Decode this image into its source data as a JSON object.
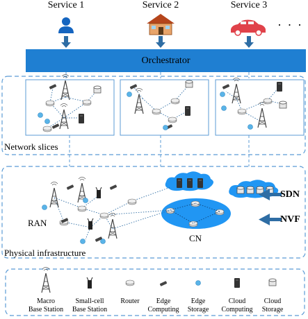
{
  "services": [
    {
      "label": "Service 1",
      "icon": "person-icon"
    },
    {
      "label": "Service 2",
      "icon": "house-icon"
    },
    {
      "label": "Service 3",
      "icon": "car-icon"
    }
  ],
  "more": "· · ·",
  "orchestrator": "Orchestrator",
  "network_slices_label": "Network slices",
  "physical_label": "Physical infrastructure",
  "ran_label": "RAN",
  "cn_label": "CN",
  "sdn_label": "SDN",
  "nvf_label": "NVF",
  "legend": [
    {
      "line1": "Macro",
      "line2": "Base Station",
      "icon": "macro-base-station-icon"
    },
    {
      "line1": "Small-cell",
      "line2": "Base Station",
      "icon": "small-cell-base-station-icon"
    },
    {
      "line1": "Router",
      "line2": "",
      "icon": "router-icon"
    },
    {
      "line1": "Edge",
      "line2": "Computing",
      "icon": "edge-computing-icon"
    },
    {
      "line1": "Edge",
      "line2": "Storage",
      "icon": "edge-storage-icon"
    },
    {
      "line1": "Cloud",
      "line2": "Computing",
      "icon": "cloud-computing-icon"
    },
    {
      "line1": "Cloud",
      "line2": "Storage",
      "icon": "cloud-storage-icon"
    }
  ],
  "colors": {
    "orchestrator": "#1f7fd2",
    "arrow": "#2e6da4",
    "dashed": "#5b9bd5",
    "cloud": "#2196f3",
    "house": "#d2691e",
    "car": "#e0424a"
  }
}
